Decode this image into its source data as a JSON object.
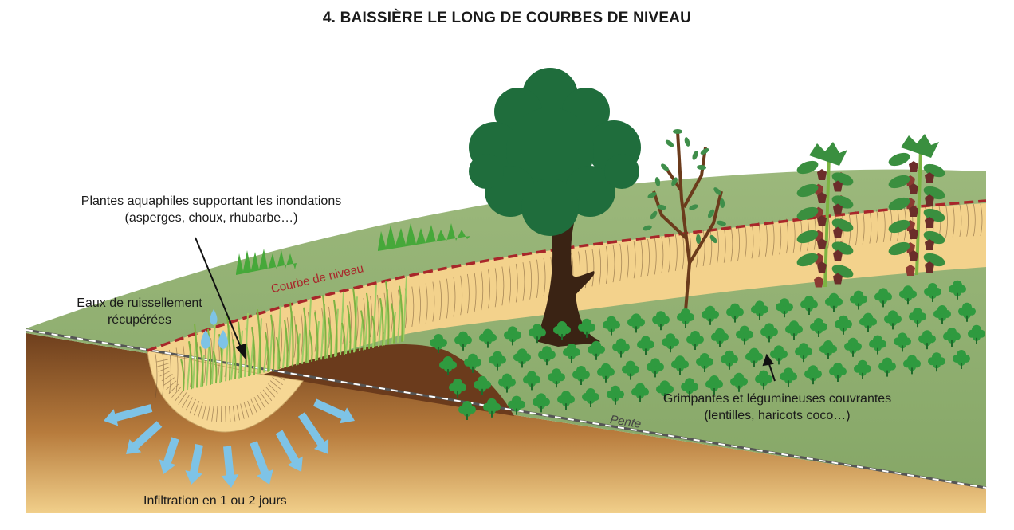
{
  "title": "4. BAISSIÈRE LE LONG DE COURBES DE NIVEAU",
  "labels": {
    "aquatic_plants_line1": "Plantes aquaphiles supportant les inondations",
    "aquatic_plants_line2": "(asperges, choux, rhubarbe…)",
    "runoff_line1": "Eaux de ruissellement",
    "runoff_line2": "récupérées",
    "contour_line": "Courbe de niveau",
    "climbers_line1": "Grimpantes et légumineuses couvrantes",
    "climbers_line2": "(lentilles, haricots coco…)",
    "slope": "Pente",
    "infiltration": "Infiltration en 1 ou 2 jours"
  },
  "colors": {
    "hill_green": "#8fae6e",
    "soil_brown": "#7a4a22",
    "mulch": "#f3cf7e",
    "contour_red": "#a8262a",
    "tree_green": "#1f6d3c",
    "grass_green": "#46a83a",
    "water_blue": "#7ec3e6",
    "berry": "#6b2d2a"
  }
}
